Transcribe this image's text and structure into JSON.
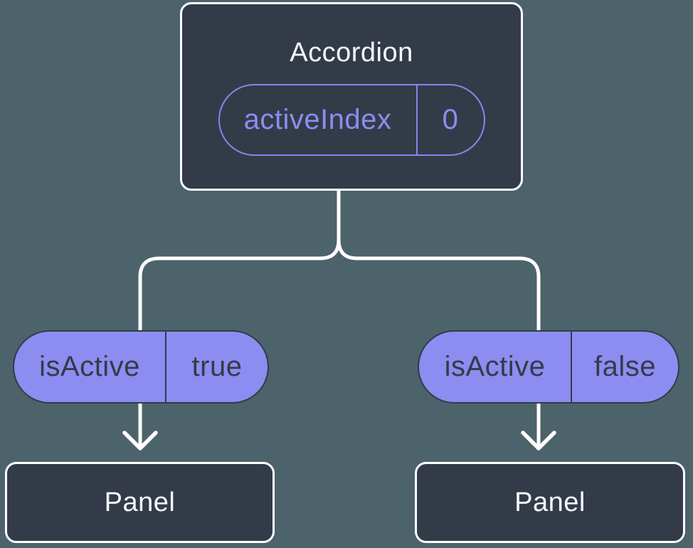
{
  "root_node": {
    "title": "Accordion",
    "prop_label": "activeIndex",
    "prop_value": "0"
  },
  "left_branch": {
    "state_label": "isActive",
    "state_value": "true",
    "node_title": "Panel"
  },
  "right_branch": {
    "state_label": "isActive",
    "state_value": "false",
    "node_title": "Panel"
  },
  "colors": {
    "background": "#4C636B",
    "node_fill": "#343B48",
    "node_border": "#FFFFFF",
    "node_text": "#F6F7F9",
    "pill_fill": "#8C8DF0",
    "pill_accent": "#8286EF",
    "pill_dark_text": "#343B48",
    "connector": "#FFFFFF"
  }
}
